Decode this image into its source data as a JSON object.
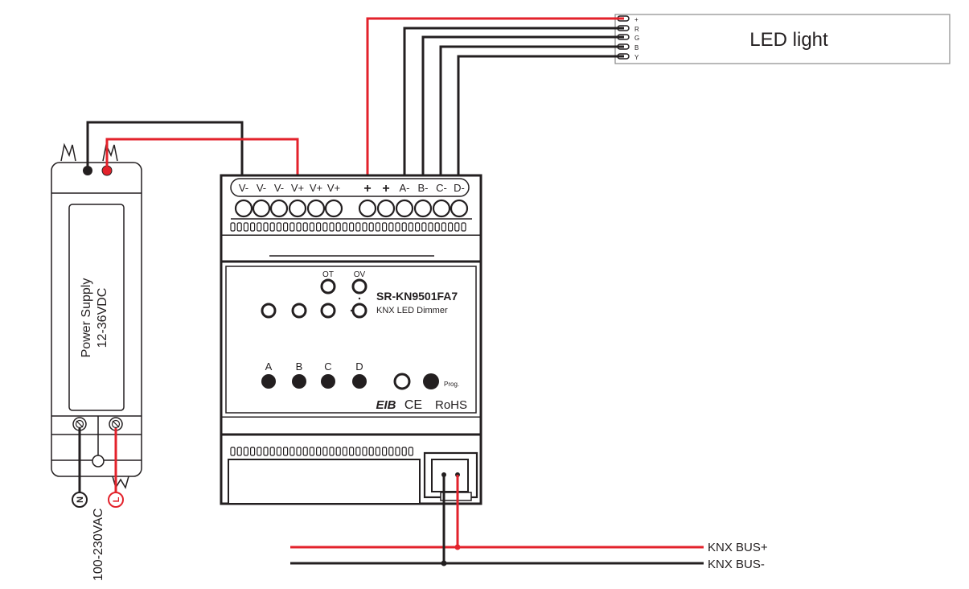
{
  "led_light": {
    "label": "LED light",
    "pins": [
      "+",
      "R",
      "G",
      "B",
      "Y"
    ]
  },
  "power_supply": {
    "line1": "Power Supply",
    "line2": "12-36VDC",
    "n_label": "N",
    "l_label": "L",
    "ac_label": "100-230VAC"
  },
  "dimmer": {
    "model": "SR-KN9501FA7",
    "subtitle": "KNX LED Dimmer",
    "terminals_left": [
      "V-",
      "V-",
      "V-",
      "V+",
      "V+",
      "V+"
    ],
    "terminals_right": [
      "+",
      "+",
      "A-",
      "B-",
      "C-",
      "D-"
    ],
    "indicator_labels": [
      "OT",
      "OV"
    ],
    "channel_labels": [
      "A",
      "B",
      "C",
      "D"
    ],
    "prog_label": "Prog.",
    "cert_eib": "EIB",
    "cert_ce": "CE",
    "cert_rohs": "RoHS"
  },
  "bus": {
    "plus_label": "KNX BUS+",
    "minus_label": "KNX BUS-"
  },
  "colors": {
    "positive_wire": "#e3222b",
    "negative_wire": "#231f20"
  }
}
